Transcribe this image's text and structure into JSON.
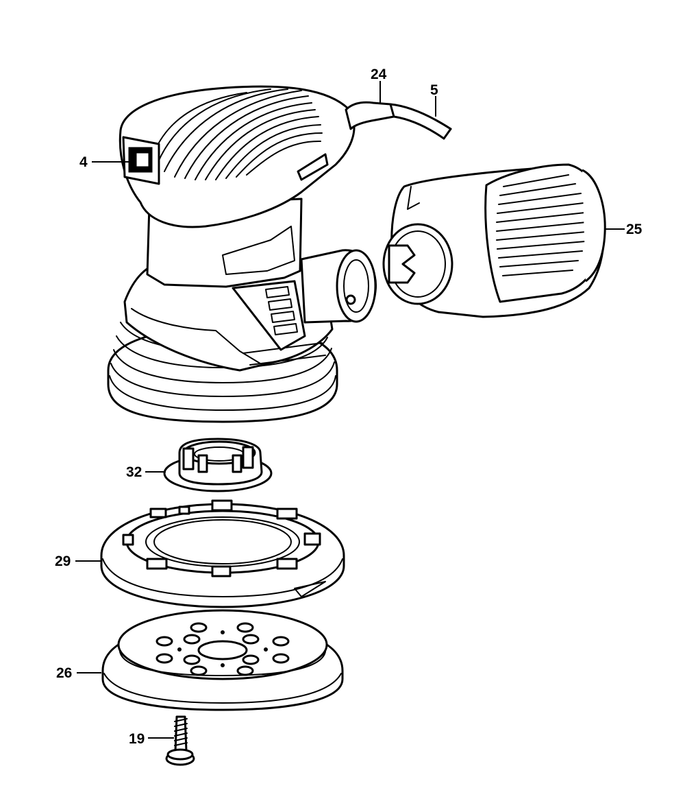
{
  "callouts": [
    {
      "id": "4",
      "label": "4"
    },
    {
      "id": "5",
      "label": "5"
    },
    {
      "id": "19",
      "label": "19"
    },
    {
      "id": "24",
      "label": "24"
    },
    {
      "id": "25",
      "label": "25"
    },
    {
      "id": "26",
      "label": "26"
    },
    {
      "id": "29",
      "label": "29"
    },
    {
      "id": "32",
      "label": "32"
    }
  ],
  "parts": [
    {
      "name": "sander-body",
      "callout": "4"
    },
    {
      "name": "power-cord",
      "callout": "5"
    },
    {
      "name": "cord-protector",
      "callout": "24"
    },
    {
      "name": "dust-canister",
      "callout": "25"
    },
    {
      "name": "retainer-ring",
      "callout": "32"
    },
    {
      "name": "backing-pad",
      "callout": "29"
    },
    {
      "name": "sanding-disc",
      "callout": "26"
    },
    {
      "name": "pad-screw",
      "callout": "19"
    }
  ]
}
